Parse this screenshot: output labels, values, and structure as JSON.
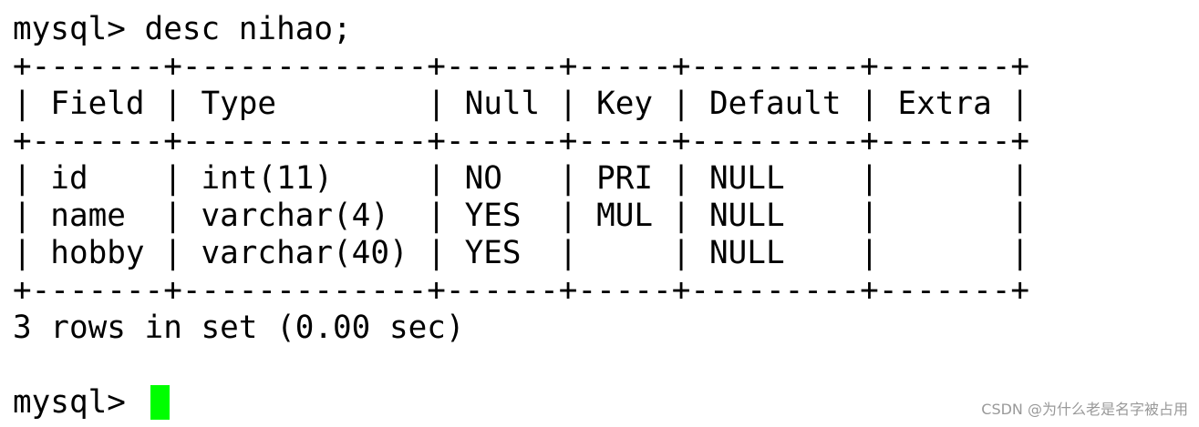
{
  "terminal": {
    "lines": [
      "mysql> desc nihao;",
      "+-------+-------------+------+-----+---------+-------+",
      "| Field | Type        | Null | Key | Default | Extra |",
      "+-------+-------------+------+-----+---------+-------+",
      "| id    | int(11)     | NO   | PRI | NULL    |       |",
      "| name  | varchar(4)  | YES  | MUL | NULL    |       |",
      "| hobby | varchar(40) | YES  |     | NULL    |       |",
      "+-------+-------------+------+-----+---------+-------+",
      "3 rows in set (0.00 sec)",
      ""
    ],
    "prompt": "mysql> ",
    "cursor_color": "#00ff00"
  },
  "watermark": "CSDN @为什么老是名字被占用"
}
